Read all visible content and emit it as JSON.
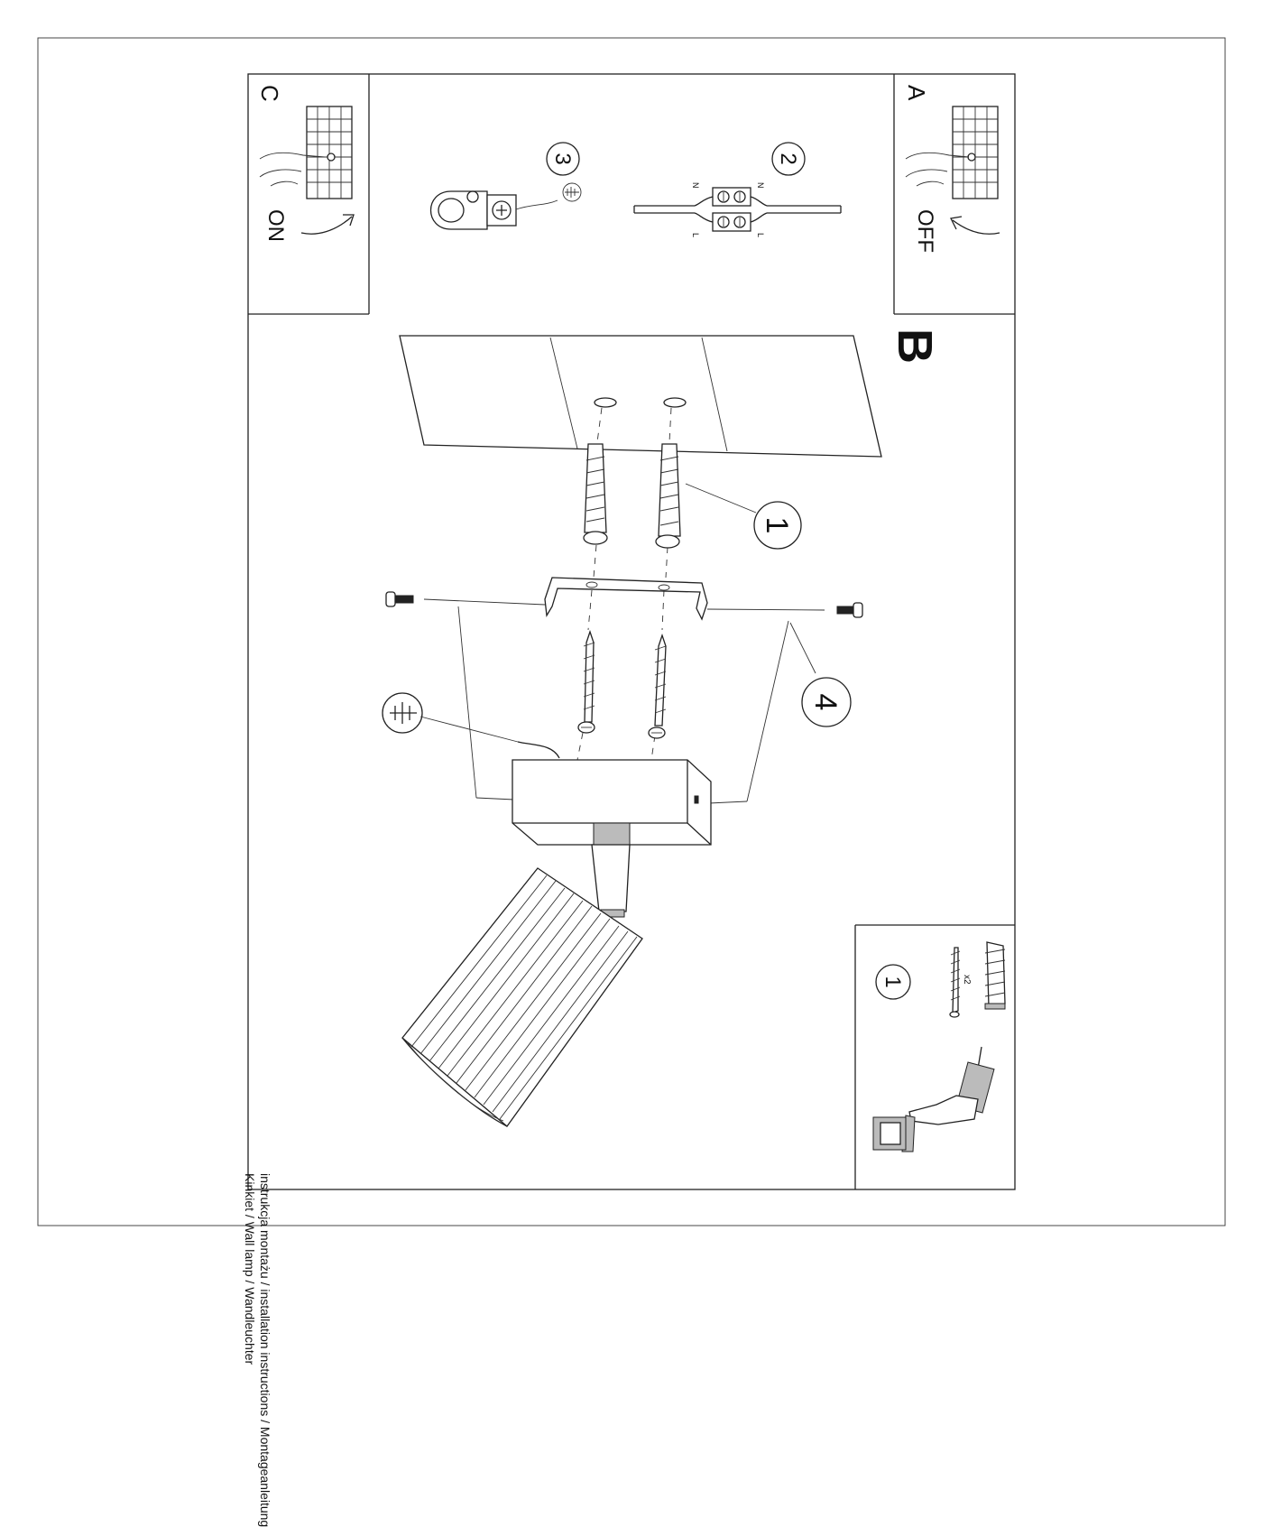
{
  "panels": {
    "a": {
      "letter": "A",
      "state": "OFF"
    },
    "c": {
      "letter": "C",
      "state": "ON"
    },
    "b": {
      "letter": "B"
    }
  },
  "callouts": {
    "step_3": "3",
    "step_2": "2",
    "step_1": "1",
    "step_4": "4",
    "kit_1": "1"
  },
  "wiring": {
    "n_top": "N",
    "n_bottom": "N",
    "l_top": "L",
    "l_bottom": "L"
  },
  "kit": {
    "quantity": "x2"
  },
  "footer": {
    "line1": "instrukcja montażu / installation instructions / Montageanleitung",
    "line2": "Kinkiet / Wall lamp / Wandleuchter"
  },
  "icons": [
    "earth-ground-icon",
    "circuit-breaker-icon",
    "hand-icon",
    "arrow-icon",
    "drill-icon",
    "wall-plug-icon",
    "screw-icon"
  ]
}
